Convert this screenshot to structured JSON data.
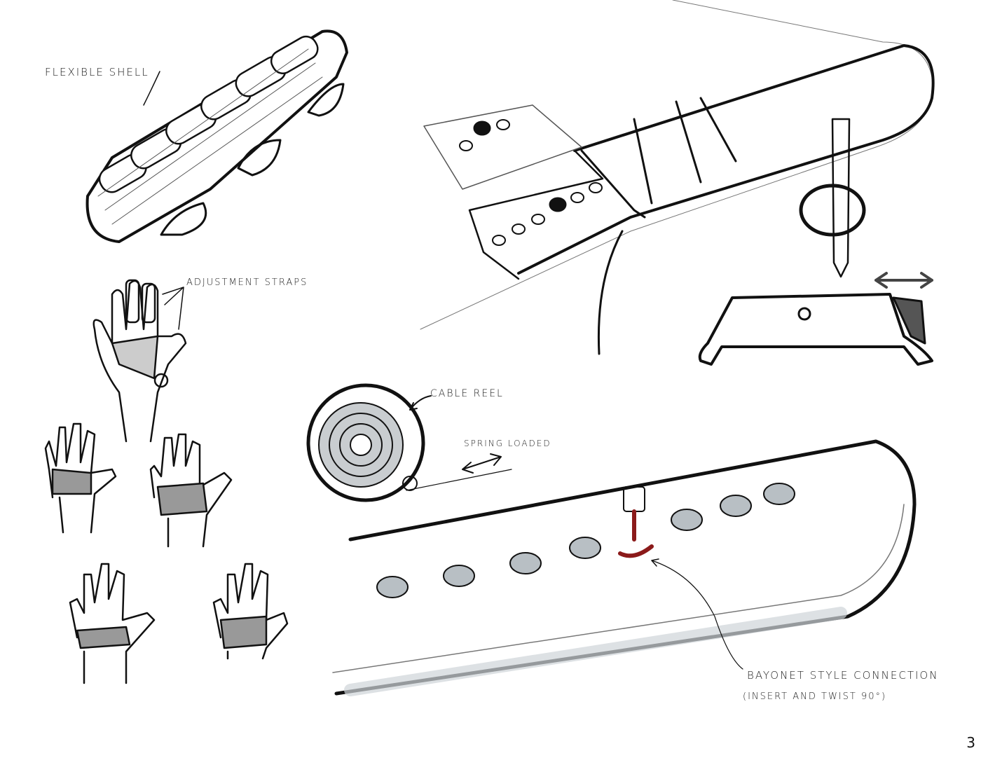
{
  "labels": {
    "flexible_shell": "FLEXIBLE SHELL",
    "adjustment_straps": "ADJUSTMENT STRAPS",
    "cable_reel": "CABLE REEL",
    "spring_loaded": "SPRING LOADED",
    "bayonet_line1": "BAYONET STYLE CONNECTION",
    "bayonet_line2": "(INSERT AND TWIST 90°)"
  },
  "page_number": "3",
  "colors": {
    "ink": "#111111",
    "accent": "#8b1a1a",
    "shade": "#9aa3a8"
  }
}
